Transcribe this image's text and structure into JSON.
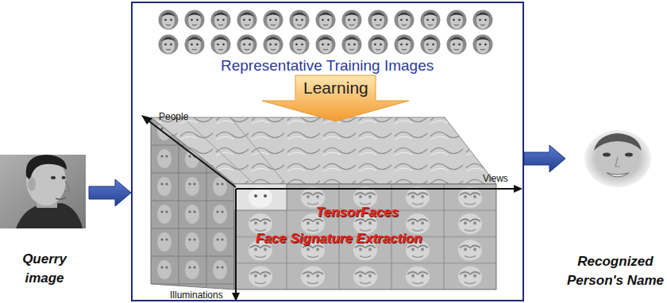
{
  "diagram": {
    "nodes": [
      {
        "text": [
          "Querry image"
        ]
      },
      {
        "text": [
          "Representative Training Images"
        ]
      },
      {
        "text": [
          "Learning"
        ],
        "in": 1
      },
      {
        "text": [
          "TensorFaces",
          "Face Signature Extraction"
        ],
        "in": 1
      },
      {
        "text": [
          "Recognized Person's Name"
        ]
      }
    ],
    "edges": [
      {
        "from": 0,
        "to": 1,
        "arrow": "to"
      },
      {
        "from": 1,
        "to": 4,
        "arrow": "to"
      }
    ],
    "labels": [
      "People",
      "Views",
      "Illuminations"
    ]
  }
}
